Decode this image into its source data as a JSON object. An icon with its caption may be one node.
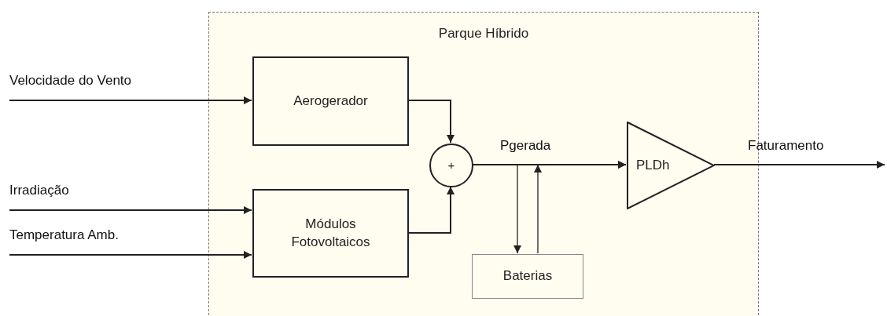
{
  "diagram": {
    "nodes": [
      {
        "text": [
          "Parque Híbrido"
        ]
      },
      {
        "text": [
          "Aerogerador"
        ],
        "in": 0
      },
      {
        "text": [
          "Módulos Fotovoltaicos"
        ],
        "in": 0
      },
      {
        "text": [
          "+"
        ],
        "in": 0
      },
      {
        "text": [
          "Baterias"
        ],
        "in": 0
      },
      {
        "text": [
          "PLDh"
        ],
        "in": 0
      }
    ],
    "edges": [
      {
        "from": null,
        "to": 1,
        "arrow": "to",
        "label": "Velocidade do Vento"
      },
      {
        "from": null,
        "to": 2,
        "arrow": "to",
        "label": "Irradiação"
      },
      {
        "from": null,
        "to": 2,
        "arrow": "to",
        "label": "Temperatura Amb."
      },
      {
        "from": 1,
        "to": 3,
        "arrow": "to"
      },
      {
        "from": 2,
        "to": 3,
        "arrow": "to"
      },
      {
        "from": 3,
        "to": 5,
        "arrow": "to",
        "label": "Pgerada"
      },
      {
        "from": 3,
        "to": 4,
        "arrow": "to"
      },
      {
        "from": 4,
        "to": 5,
        "arrow": "to"
      },
      {
        "from": 5,
        "to": null,
        "arrow": "to",
        "label": "Faturamento"
      }
    ]
  }
}
